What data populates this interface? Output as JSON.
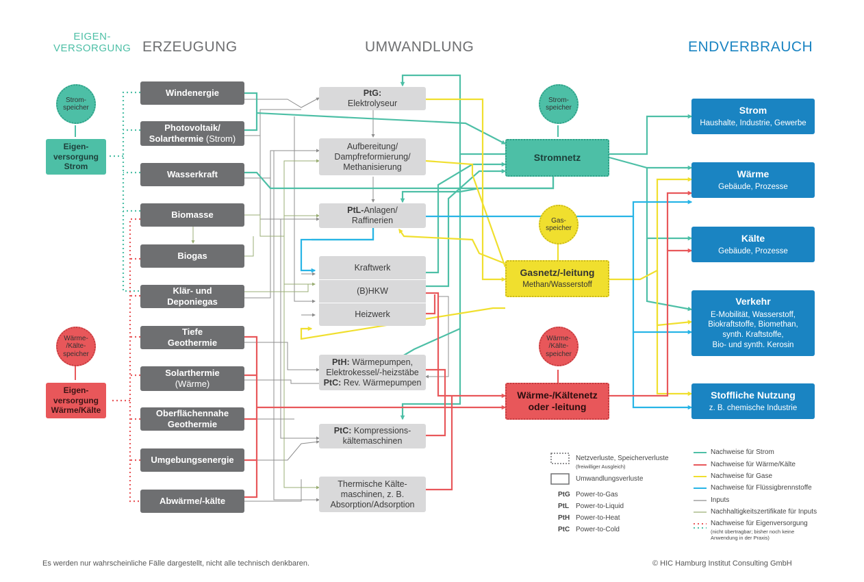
{
  "headers": {
    "eigenversorgung": "EIGEN-\nVERSORGUNG",
    "erzeugung": "ERZEUGUNG",
    "umwandlung": "UMWANDLUNG",
    "endverbrauch": "ENDVERBRAUCH"
  },
  "storage": {
    "strom_left": "Strom-\nspeicher",
    "strom_mid": "Strom-\nspeicher",
    "gas": "Gas-\nspeicher",
    "waerme_left": "Wärme-\n/Kälte-\nspeicher",
    "waerme_mid": "Wärme-\n/Kälte-\nspeicher"
  },
  "eigen": {
    "strom": "Eigen-\nversorgung\nStrom",
    "waerme": "Eigen-\nversorgung\nWärme/Kälte"
  },
  "erzeugung": {
    "windenergie": "Windenergie",
    "pv_a": "Photovoltaik/",
    "pv_b": "Solarthermie",
    "pv_c": " (Strom)",
    "wasserkraft": "Wasserkraft",
    "biomasse": "Biomasse",
    "biogas": "Biogas",
    "klaer": "Klär- und\nDeponiegas",
    "tiefe": "Tiefe\nGeothermie",
    "solar_a": "Solarthermie",
    "solar_b": "(Wärme)",
    "oberfl": "Oberflächennahe\nGeothermie",
    "umgebung": "Umgebungsenergie",
    "abwaerme": "Abwärme/-kälte"
  },
  "umwandlung": {
    "ptg_a": "PtG:",
    "ptg_b": "Elektrolyseur",
    "aufb": "Aufbereitung/\nDampfreformierung/\nMethanisierung",
    "ptl_a": "PtL-",
    "ptl_b": "Anlagen/",
    "ptl_c": "Raffinerien",
    "kraftwerk": "Kraftwerk",
    "bhkw": "(B)HKW",
    "heizwerk": "Heizwerk",
    "pth_a": "PtH:",
    "pth_b": " Wärmepumpen,",
    "pth_c": "Elektrokessel/-heizstäbe",
    "pth_d": "PtC:",
    "pth_e": " Rev. Wärmepumpen",
    "ptc_a": "PtC:",
    "ptc_b": " Kompressions-",
    "ptc_c": "kältemaschinen",
    "therm": "Thermische Kälte-\nmaschinen, z. B.\nAbsorption/Adsorption"
  },
  "netze": {
    "stromnetz": "Stromnetz",
    "gas_a": "Gasnetz/-leitung",
    "gas_b": "Methan/Wasserstoff",
    "waerme": "Wärme-/Kältenetz\noder -leitung"
  },
  "endverbrauch": {
    "strom_t": "Strom",
    "strom_s": "Haushalte, Industrie, Gewerbe",
    "waerme_t": "Wärme",
    "waerme_s": "Gebäude, Prozesse",
    "kaelte_t": "Kälte",
    "kaelte_s": "Gebäude, Prozesse",
    "verkehr_t": "Verkehr",
    "verkehr_s": "E-Mobilität, Wasserstoff,\nBiokraftstoffe, Biomethan,\nsynth. Kraftstoffe,\nBio- und synth. Kerosin",
    "stoff_t": "Stoffliche Nutzung",
    "stoff_s": "z. B. chemische Industrie"
  },
  "legend": {
    "netzverluste": "Netzverluste, Speicherverluste",
    "netzverluste_sub": "(freiwilliger Ausgleich)",
    "umwandlungsverluste": "Umwandlungsverluste",
    "ptg_abbr": "PtG",
    "ptg": "Power-to-Gas",
    "ptl_abbr": "PtL",
    "ptl": "Power-to-Liquid",
    "pth_abbr": "PtH",
    "pth": "Power-to-Heat",
    "ptc_abbr": "PtC",
    "ptc": "Power-to-Cold",
    "n_strom": "Nachweise für Strom",
    "n_waerme": "Nachweise für Wärme/Kälte",
    "n_gase": "Nachweise für Gase",
    "n_fluessig": "Nachweise für Flüssigbrennstoffe",
    "inputs": "Inputs",
    "nachhaltig": "Nachhaltigkeitszertifikate für Inputs",
    "eigen": "Nachweise für Eigenversorgung",
    "eigen_sub": "(nicht übertragbar; bisher noch keine\nAnwendung in der Praxis)"
  },
  "footer": {
    "left": "Es werden nur wahrscheinliche Fälle dargestellt, nicht alle technisch denkbaren.",
    "right": "© HIC Hamburg Institut Consulting GmbH"
  },
  "colors": {
    "strom": "#4dbfa6",
    "waerme": "#e8575a",
    "gas": "#f0df2e",
    "fluessig": "#27b4e6",
    "inputs": "#8d8d8d",
    "nachhaltig": "#9aae74",
    "endverbrauch": "#1a84c2",
    "erzeugung": "#6e6f71",
    "umwandlung": "#d9d9da"
  }
}
